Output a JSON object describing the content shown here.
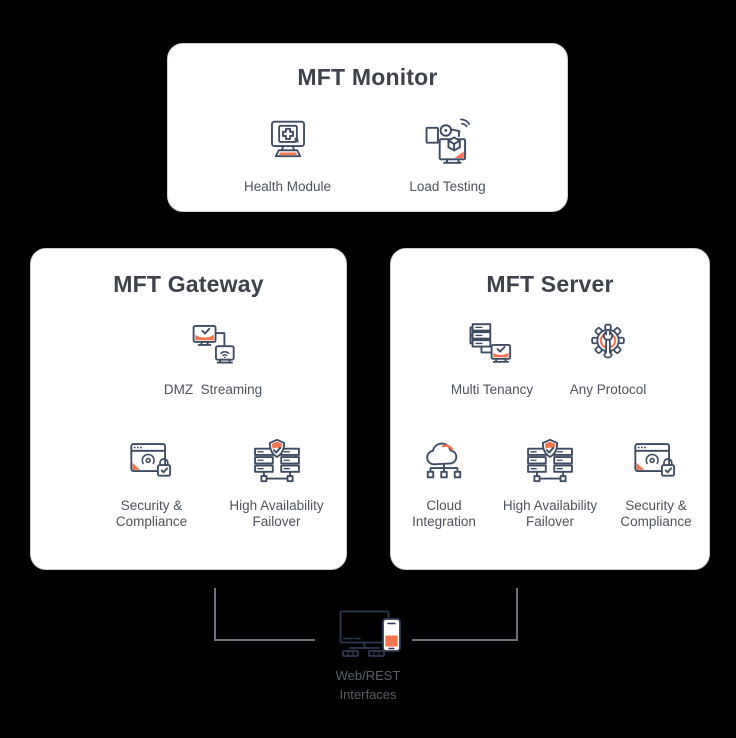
{
  "colors": {
    "background": "#000000",
    "card_bg": "#ffffff",
    "card_border": "#cfcfcf",
    "title_text": "#3e434b",
    "label_text": "#4d535c",
    "footer_text": "#585e67",
    "connector_gray": "#6d727b",
    "icon_stroke_navy": "#3e4b63",
    "accent_orange": "#f4764f"
  },
  "cards": [
    {
      "id": "mft-monitor",
      "title": "MFT Monitor",
      "rows": [
        {
          "items": [
            {
              "icon": "health-module-icon",
              "label": "Health Module"
            },
            {
              "icon": "load-testing-icon",
              "label": "Load Testing"
            }
          ]
        }
      ]
    },
    {
      "id": "mft-gateway",
      "title": "MFT Gateway",
      "rows": [
        {
          "items": [
            {
              "icon": "dmz-streaming-icon",
              "label": "DMZ  Streaming"
            }
          ]
        },
        {
          "items": [
            {
              "icon": "security-compliance-icon",
              "label": "Security &\nCompliance"
            },
            {
              "icon": "high-availability-failover-icon",
              "label": "High Availability\nFailover"
            }
          ]
        }
      ]
    },
    {
      "id": "mft-server",
      "title": "MFT Server",
      "rows": [
        {
          "items": [
            {
              "icon": "multi-tenancy-icon",
              "label": "Multi Tenancy"
            },
            {
              "icon": "any-protocol-icon",
              "label": "Any Protocol"
            }
          ]
        },
        {
          "items": [
            {
              "icon": "cloud-integration-icon",
              "label": "Cloud\nIntegration"
            },
            {
              "icon": "high-availability-failover-icon",
              "label": "High Availability\nFailover"
            },
            {
              "icon": "security-compliance-icon",
              "label": "Security &\nCompliance"
            }
          ]
        }
      ]
    }
  ],
  "footer": {
    "icon": "web-rest-devices-icon",
    "label": "Web/REST\nInterfaces"
  }
}
